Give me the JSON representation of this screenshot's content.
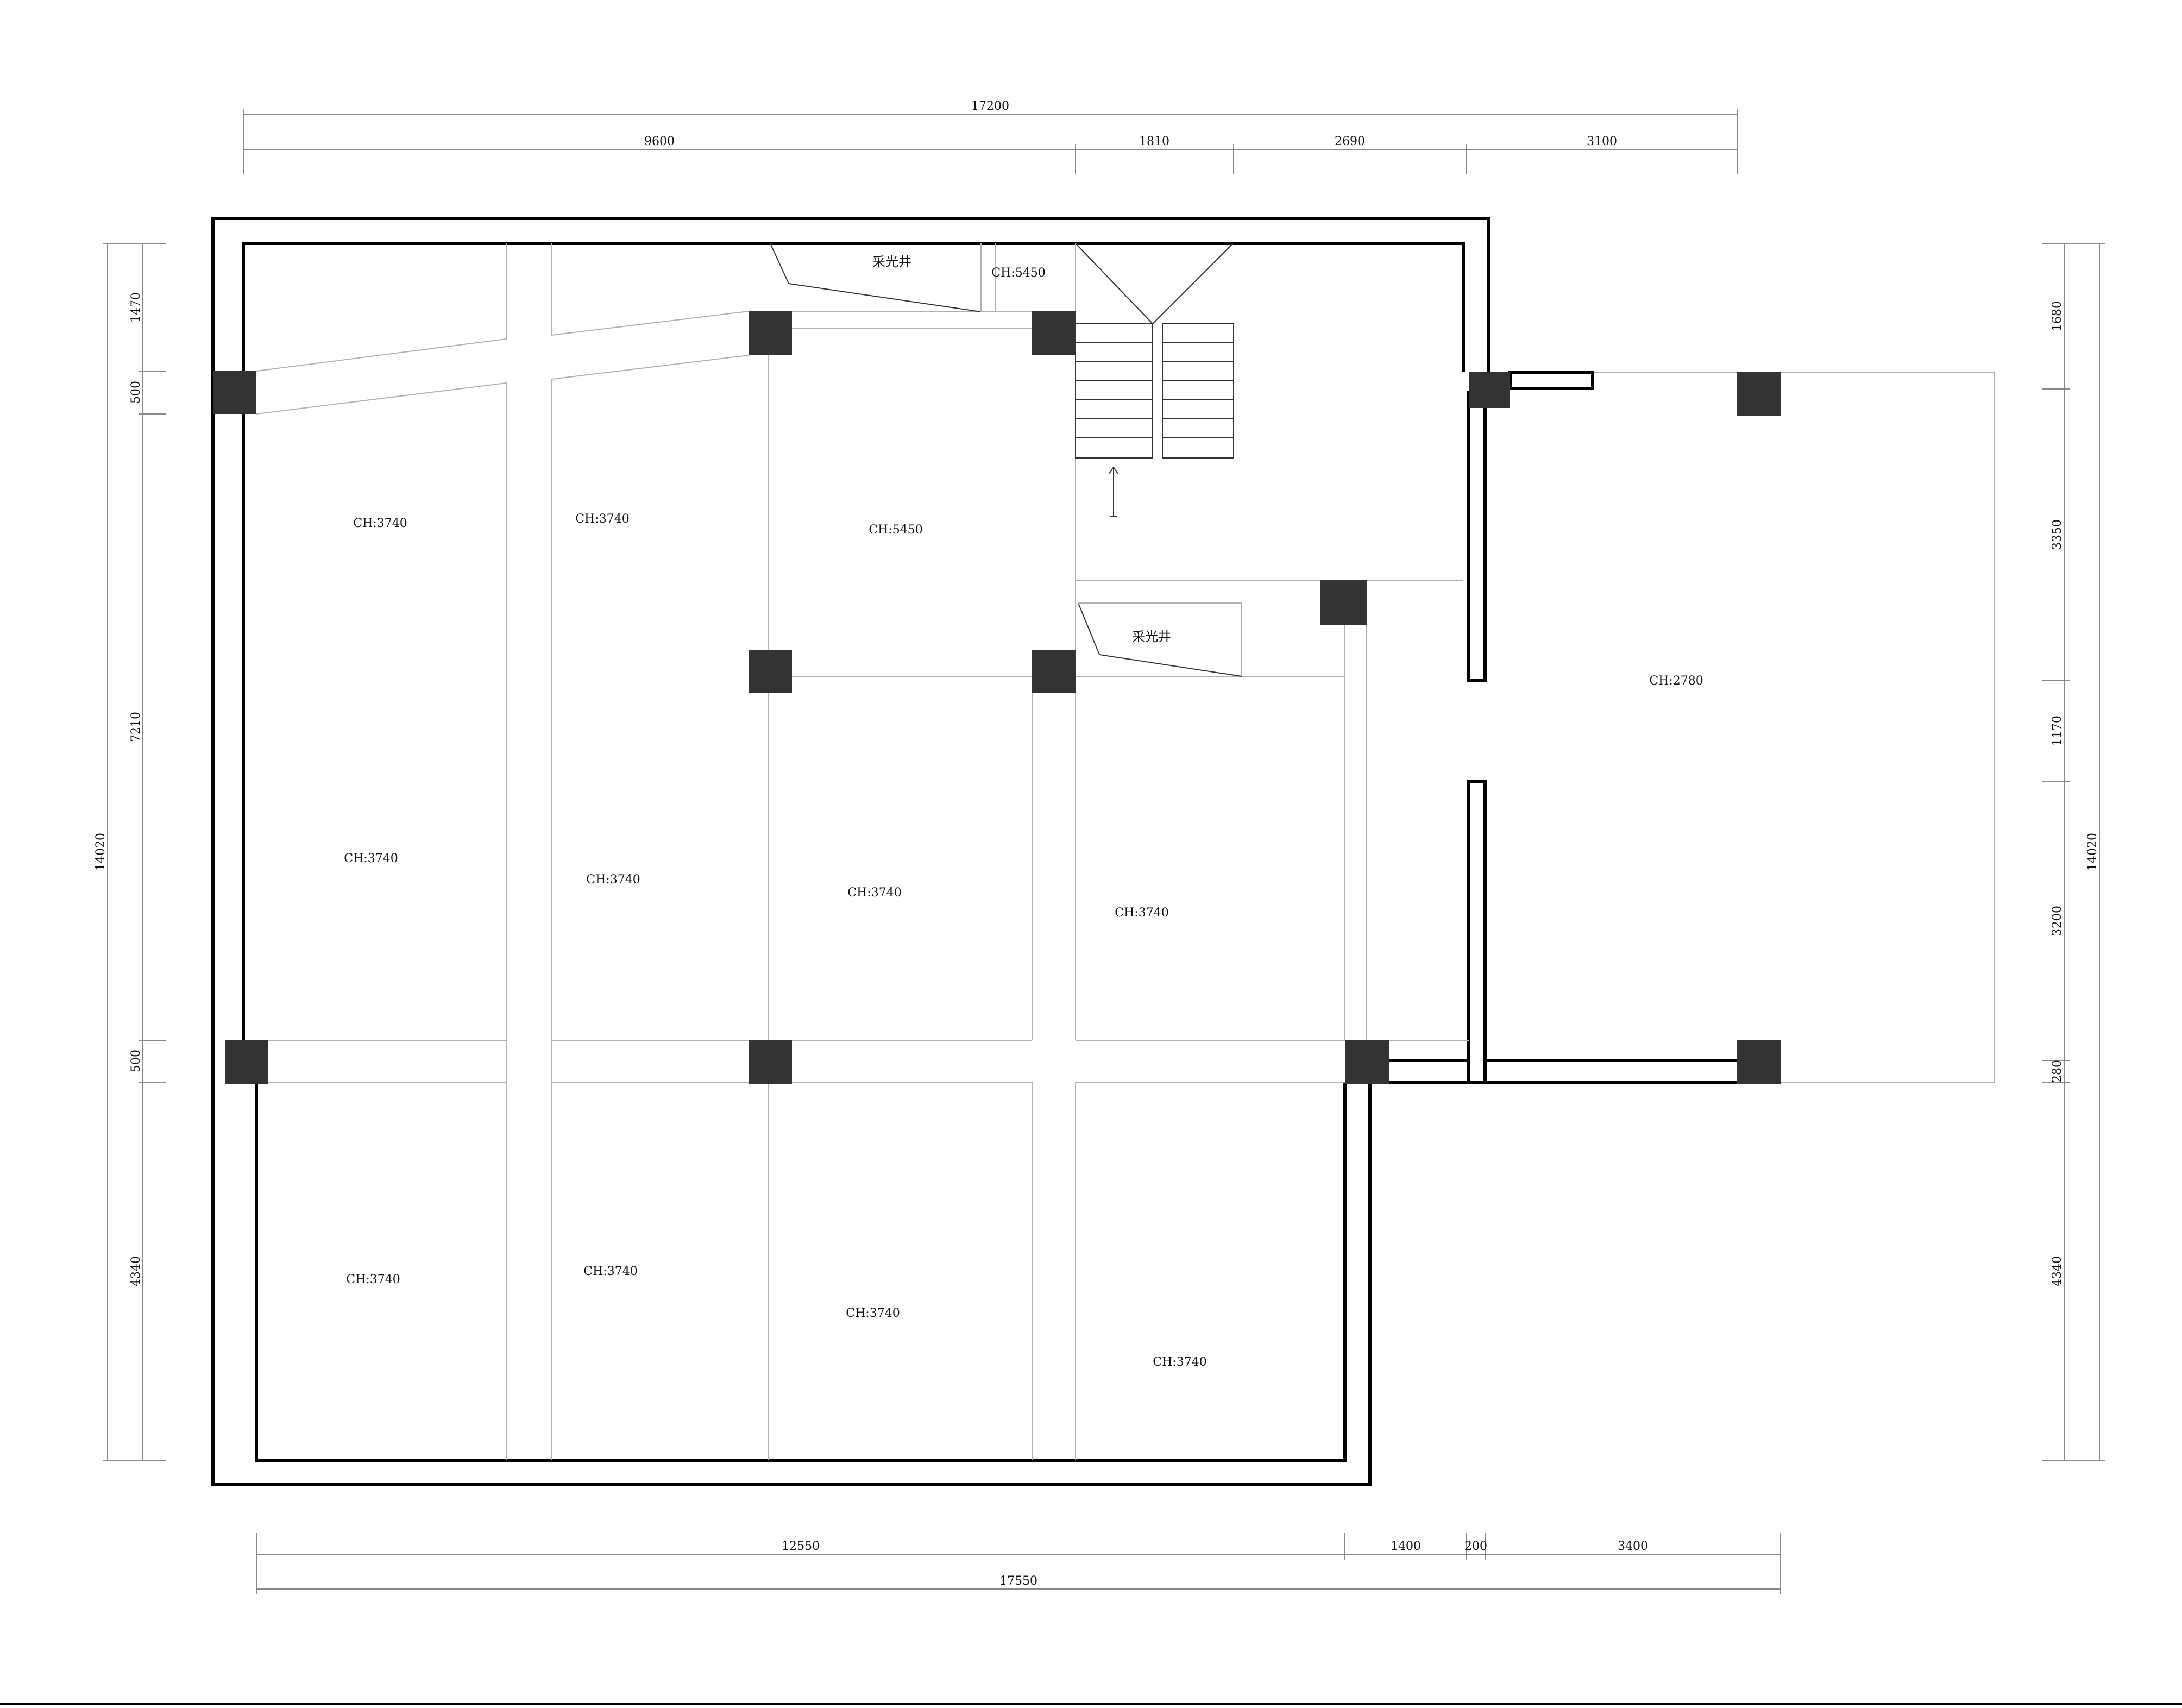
{
  "dimensions": {
    "top_total": "17200",
    "top": [
      "9600",
      "1810",
      "2690",
      "3100"
    ],
    "bottom": [
      "12550",
      "1400",
      "200",
      "3400"
    ],
    "bottom_total": "17550",
    "left": [
      "1470",
      "500",
      "7210",
      "500",
      "4340"
    ],
    "left_total": "14020",
    "right": [
      "1680",
      "3350",
      "1170",
      "3200",
      "280",
      "4340"
    ],
    "right_total": "14020"
  },
  "rooms": [
    "CH:5450",
    "CH:3740",
    "CH:3740",
    "CH:5450",
    "CH:3740",
    "CH:3740",
    "CH:3740",
    "CH:3740",
    "CH:3740",
    "CH:3740",
    "CH:3740",
    "CH:3740",
    "CH:2780"
  ],
  "lightwells": [
    "采光井",
    "采光井"
  ],
  "stair_arrow_label": "↑"
}
